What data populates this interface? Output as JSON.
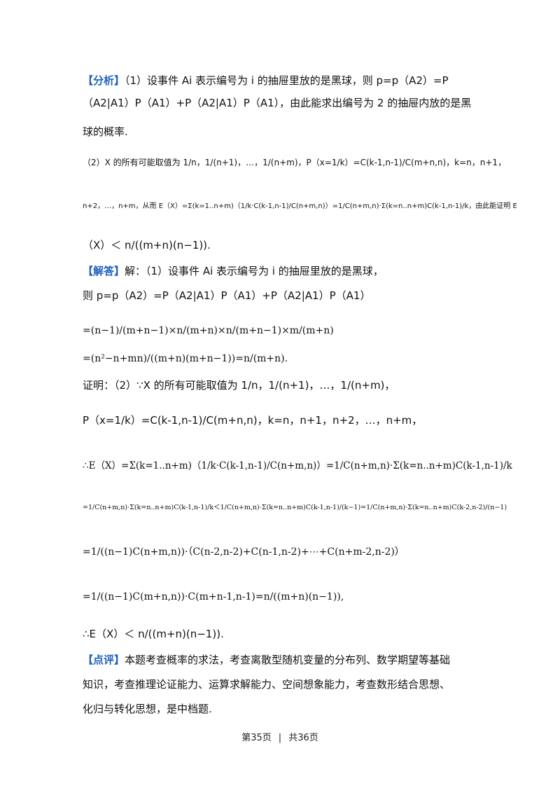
{
  "analysis": {
    "tag": "【分析】",
    "p1_l1": "（1）设事件 Ai 表示编号为 i 的抽屉里放的是黑球，则 p=p（A2）=P",
    "p1_l2": "（A2|A1）P（A1）+P（A2|A1）P（A1），由此能求出编号为 2 的抽屉内放的是黑",
    "p1_l3": "球的概率.",
    "p2_l1": "（2）X 的所有可能取值为 1/n，1/(n+1)，…，1/(n+m)，P（x=1/k）=C(k-1,n-1)/C(m+n,n)，k=n，n+1，",
    "p2_l2": "n+2，…，n+m，从而 E（X）=Σ(k=1..n+m)（1/k·C(k-1,n-1)/C(n+m,n)）=1/C(n+m,n)·Σ(k=n..n+m)C(k-1,n-1)/k，由此能证明 E",
    "p2_l3": "（X）＜ n/((m+n)(n−1))."
  },
  "solution": {
    "tag": "【解答】",
    "l1": "解：（1）设事件 Ai 表示编号为 i 的抽屉里放的是黑球，",
    "l2": "则 p=p（A2）=P（A2|A1）P（A1）+P（A2|A1）P（A1）",
    "l3": "=(n−1)/(m+n−1)×n/(m+n)×n/(m+n−1)×m/(m+n)",
    "l4": "=(n²−n+mn)/((m+n)(m+n−1))=n/(m+n).",
    "l5": "证明：（2）∵X 的所有可能取值为 1/n，1/(n+1)，…，1/(n+m)，",
    "l6": "P（x=1/k）=C(k-1,n-1)/C(m+n,n)，k=n，n+1，n+2，…，n+m，",
    "l7": "∴E（X）=Σ(k=1..n+m)（1/k·C(k-1,n-1)/C(n+m,n)）=1/C(n+m,n)·Σ(k=n..n+m)C(k-1,n-1)/k",
    "l8": "=1/C(n+m,n)·Σ(k=n..n+m)C(k-1,n-1)/k＜1/C(n+m,n)·Σ(k=n..n+m)C(k-1,n-1)/(k−1)=1/C(n+m,n)·Σ(k=n..n+m)C(k-2,n-2)/(n−1)",
    "l9": "=1/((n−1)C(n+m,n))·（C(n-2,n-2)+C(n-1,n-2)+⋯+C(n+m-2,n-2)）",
    "l10": "=1/((n−1)C(m+n,n))·C(m+n-1,n-1)=n/((m+n)(n−1)),",
    "l11": "∴E（X）＜ n/((m+n)(n−1))."
  },
  "comment": {
    "tag": "【点评】",
    "l1": "本题考查概率的求法，考查离散型随机变量的分布列、数学期望等基础",
    "l2": "知识，考查推理论证能力、运算求解能力、空间想象能力，考查数形结合思想、",
    "l3": "化归与转化思想，是中档题."
  },
  "footer": {
    "page": "第35页",
    "sep": "|",
    "total": "共36页"
  },
  "colors": {
    "tag": "#1f5fbf",
    "text": "#111111"
  }
}
